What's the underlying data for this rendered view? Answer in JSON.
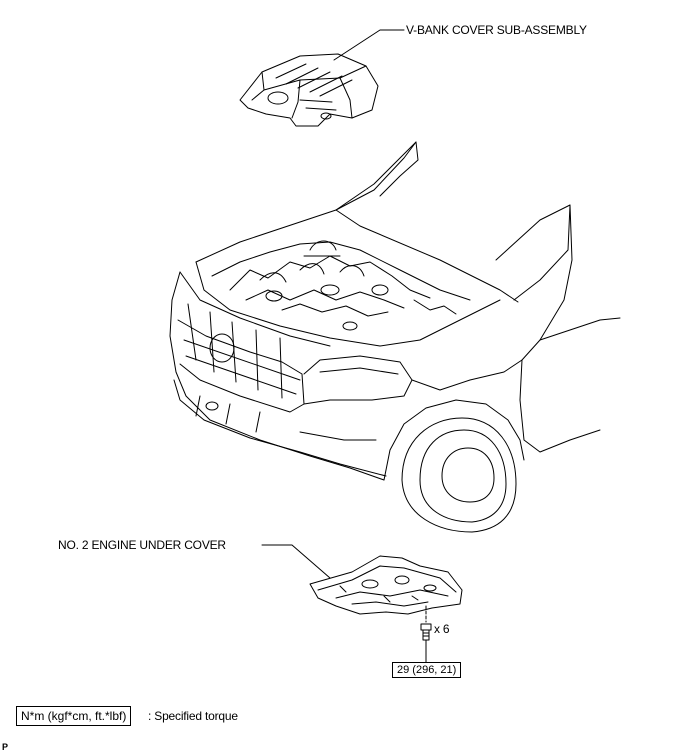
{
  "labels": {
    "vbank_cover": "V-BANK COVER SUB-ASSEMBLY",
    "under_cover": "NO. 2 ENGINE UNDER COVER",
    "bolt_count": "x 6",
    "torque_value": "29 (296, 21)"
  },
  "legend": {
    "unit": "N*m (kgf*cm, ft.*lbf)",
    "description": ": Specified torque"
  },
  "figure_code": "P"
}
